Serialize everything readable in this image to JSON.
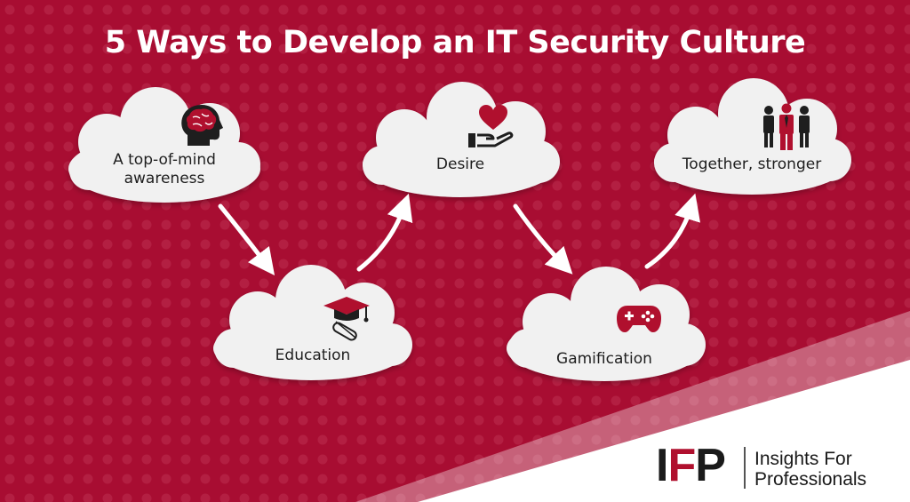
{
  "title": "5 Ways to Develop an IT Security Culture",
  "steps": [
    {
      "label_line1": "A top-of-mind",
      "label_line2": "awareness",
      "icon": "brain-head-icon"
    },
    {
      "label": "Education",
      "icon": "graduation-cap-diploma-icon"
    },
    {
      "label": "Desire",
      "icon": "heart-in-hand-icon"
    },
    {
      "label": "Gamification",
      "icon": "game-controller-icon"
    },
    {
      "label": "Together, stronger",
      "icon": "team-people-icon"
    }
  ],
  "logo": {
    "mark_i": "I",
    "mark_f": "F",
    "mark_p": "P",
    "name_line1": "Insights For",
    "name_line2": "Professionals"
  },
  "colors": {
    "background": "#a80d32",
    "dot": "#c8405f",
    "cloud": "#f1f1f1",
    "icon_red": "#b0102e",
    "icon_dark": "#1e1e1e",
    "arrow": "#ffffff"
  }
}
